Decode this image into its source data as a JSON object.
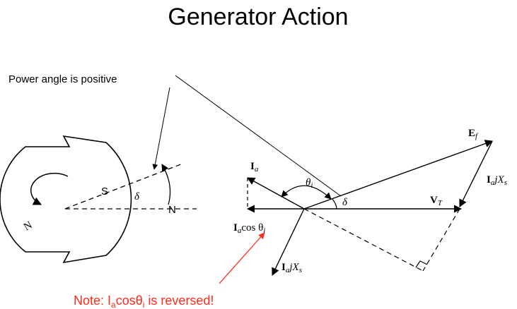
{
  "title": "Generator Action",
  "power_angle_label": "Power angle is positive",
  "note": {
    "prefix": "Note:  I",
    "sub_a": "a",
    "cos": "cosθ",
    "sub_i": "i",
    "suffix": " is reversed!",
    "color": "#ff2b1c"
  },
  "rotor": {
    "n_pole": "N",
    "south_label": "S",
    "north_label": "N",
    "delta": "δ"
  },
  "phasor": {
    "ef_main": "E",
    "ef_sub": "f",
    "vt_main": "V",
    "vt_sub": "T",
    "ia_main": "I",
    "ia_sub": "a",
    "iajxs_right_main": "I",
    "iajxs_right_sub": "a",
    "iajxs_right_tail": "jX",
    "iajxs_right_tail_sub": "s",
    "iajxs_bottom_main": "I",
    "iajxs_bottom_sub": "a",
    "iajxs_bottom_tail": "jX",
    "iajxs_bottom_tail_sub": "s",
    "iacos_main": "I",
    "iacos_sub": "a",
    "iacos_tail": "cos θ",
    "iacos_tail_sub": "i",
    "theta": "θ",
    "theta_sub": "i",
    "delta": "δ"
  }
}
